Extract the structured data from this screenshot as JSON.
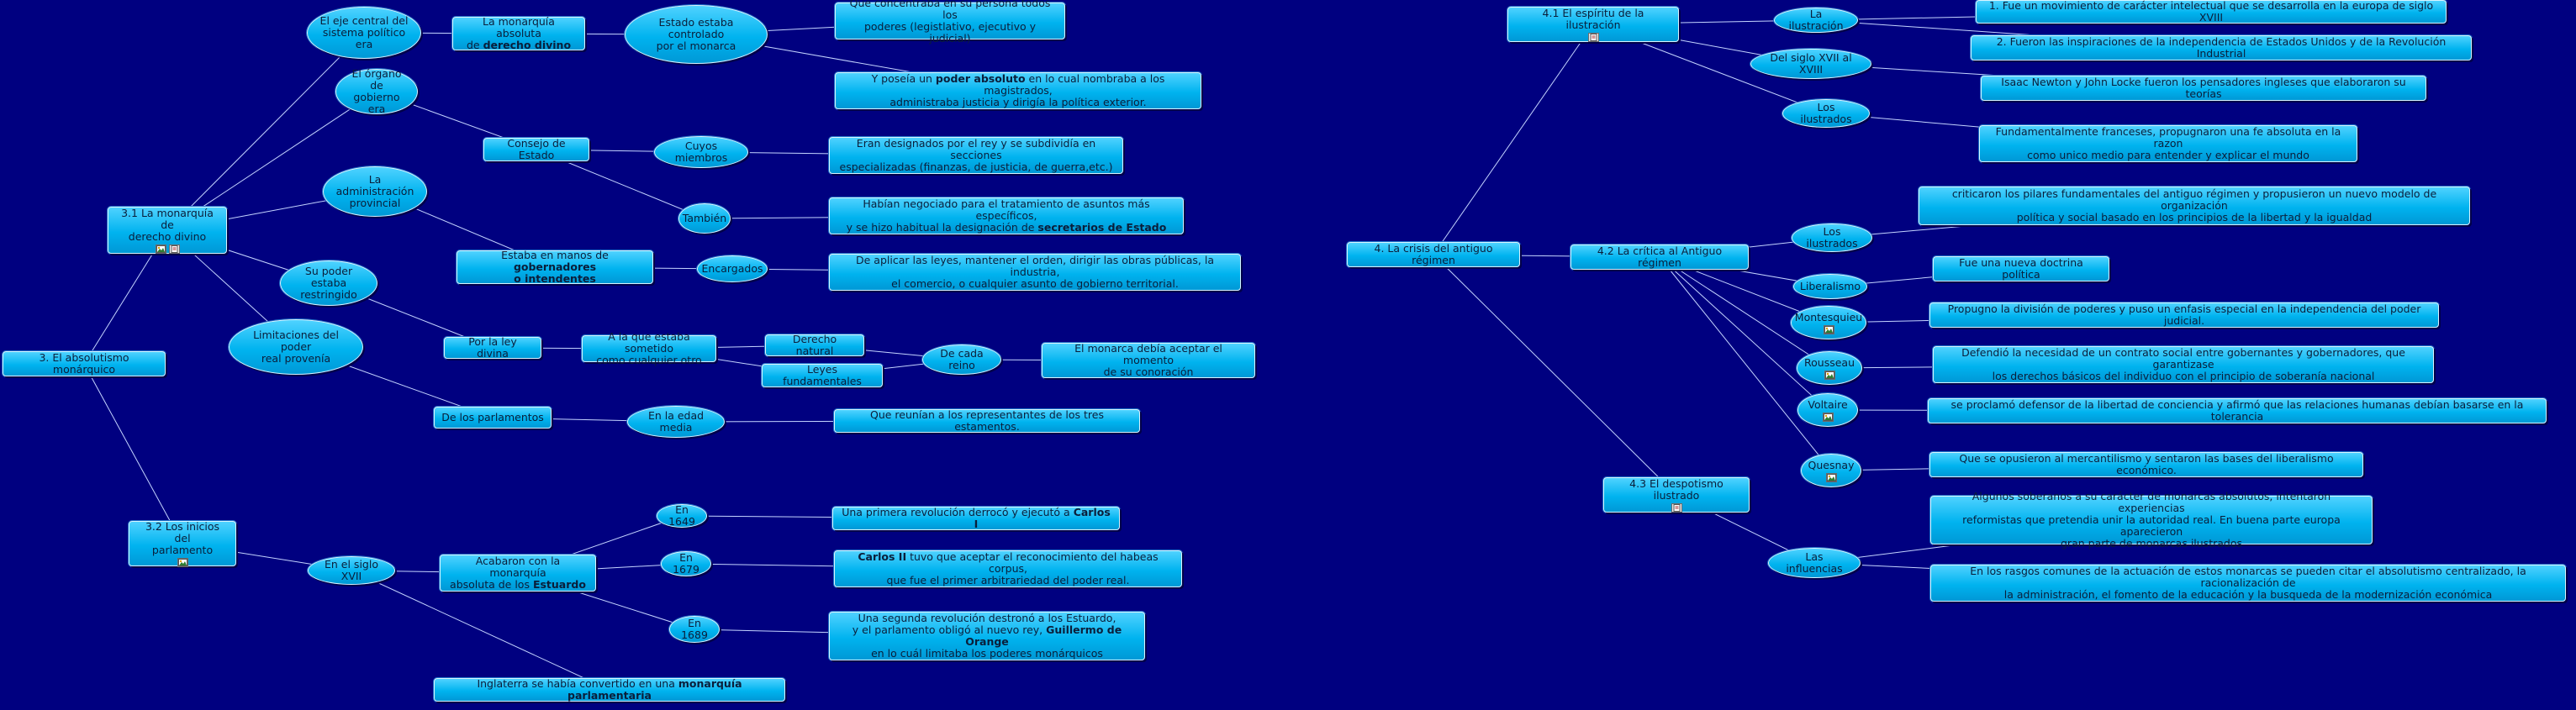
{
  "nodes": [
    {
      "id": "n3",
      "lines": [
        [
          "3. El absolutismo monárquico"
        ]
      ]
    },
    {
      "id": "n31",
      "lines": [
        [
          "3.1 La monarquía de"
        ],
        [
          "derecho divino"
        ]
      ],
      "badges": [
        "image",
        "document"
      ]
    },
    {
      "id": "n32",
      "lines": [
        [
          "3.2 Los inicios del"
        ],
        [
          "parlamento"
        ]
      ],
      "badges": [
        "image"
      ]
    },
    {
      "id": "eje",
      "lines": [
        [
          "El eje central del"
        ],
        [
          "sistema político era"
        ]
      ]
    },
    {
      "id": "organo",
      "lines": [
        [
          "El órgano de"
        ],
        [
          "gobierno era"
        ]
      ]
    },
    {
      "id": "admin",
      "lines": [
        [
          "La administración"
        ],
        [
          "provincial"
        ]
      ]
    },
    {
      "id": "poder",
      "lines": [
        [
          "Su poder estaba"
        ],
        [
          "restringido"
        ]
      ]
    },
    {
      "id": "limit",
      "lines": [
        [
          "Limitaciones del poder"
        ],
        [
          "real provenía"
        ]
      ]
    },
    {
      "id": "monarq",
      "lines": [
        [
          "La monarquía absoluta"
        ],
        [
          "de ",
          {
            "b": "derecho divino"
          }
        ]
      ]
    },
    {
      "id": "estado",
      "lines": [
        [
          "Estado estaba controlado"
        ],
        [
          "por el monarca"
        ]
      ]
    },
    {
      "id": "concentraba",
      "lines": [
        [
          "Que concentraba en su persona todos los"
        ],
        [
          "poderes (legistlativo, ejecutivo y judicial)"
        ]
      ]
    },
    {
      "id": "poseia",
      "lines": [
        [
          "Y poseía un ",
          {
            "b": "poder absoluto"
          },
          " en lo cual nombraba a los magistrados,"
        ],
        [
          "administraba justicia y dirigía la política exterior."
        ]
      ]
    },
    {
      "id": "consejo",
      "lines": [
        [
          "Consejo de Estado"
        ]
      ]
    },
    {
      "id": "cuyos",
      "lines": [
        [
          "Cuyos miembros"
        ]
      ]
    },
    {
      "id": "designados",
      "lines": [
        [
          "Eran designados por el rey y se subdividía en secciones"
        ],
        [
          "especializadas (finanzas, de justicia, de guerra,etc.)"
        ]
      ]
    },
    {
      "id": "tambien",
      "lines": [
        [
          "También"
        ]
      ]
    },
    {
      "id": "negociado",
      "lines": [
        [
          "Habían negociado para el tratamiento de asuntos más específicos,"
        ],
        [
          "y se hizo habitual la designación de ",
          {
            "b": "secretarios de Estado"
          }
        ]
      ]
    },
    {
      "id": "manos",
      "lines": [
        [
          "Estaba en manos de ",
          {
            "b": "gobernadores"
          }
        ],
        [
          {
            "b": "o intendentes"
          }
        ]
      ]
    },
    {
      "id": "encargados",
      "lines": [
        [
          "Encargados"
        ]
      ]
    },
    {
      "id": "aplicar",
      "lines": [
        [
          "De aplicar las leyes, mantener el orden, dirigir las obras públicas, la industria,"
        ],
        [
          "el comercio, o cualquier asunto de gobierno territorial."
        ]
      ]
    },
    {
      "id": "leydivina",
      "lines": [
        [
          "Por la ley divina"
        ]
      ]
    },
    {
      "id": "sometido",
      "lines": [
        [
          "A la que estaba sometido"
        ],
        [
          "como cualquier otro"
        ]
      ]
    },
    {
      "id": "natural",
      "lines": [
        [
          "Derecho natural"
        ]
      ]
    },
    {
      "id": "fundamentales",
      "lines": [
        [
          "Leyes fundamentales"
        ]
      ]
    },
    {
      "id": "cadareino",
      "lines": [
        [
          "De cada reino"
        ]
      ]
    },
    {
      "id": "aceptar",
      "lines": [
        [
          "El monarca debía aceptar el momento"
        ],
        [
          "de su conoración"
        ]
      ]
    },
    {
      "id": "parlamentos",
      "lines": [
        [
          "De los parlamentos"
        ]
      ]
    },
    {
      "id": "edadmedia",
      "lines": [
        [
          "En la edad media"
        ]
      ]
    },
    {
      "id": "reunian",
      "lines": [
        [
          "Que reunían a los representantes de los tres estamentos."
        ]
      ]
    },
    {
      "id": "sigloxvii",
      "lines": [
        [
          "En el siglo XVII"
        ]
      ]
    },
    {
      "id": "acabaron",
      "lines": [
        [
          "Acabaron con la monarquía"
        ],
        [
          "absoluta de los ",
          {
            "b": "Estuardo"
          }
        ]
      ]
    },
    {
      "id": "en1649",
      "lines": [
        [
          "En 1649"
        ]
      ]
    },
    {
      "id": "en1679",
      "lines": [
        [
          "En 1679"
        ]
      ]
    },
    {
      "id": "en1689",
      "lines": [
        [
          "En 1689"
        ]
      ]
    },
    {
      "id": "primera",
      "lines": [
        [
          "Una primera revolución derrocó y ejecutó a ",
          {
            "b": "Carlos I"
          }
        ]
      ]
    },
    {
      "id": "carlos2",
      "lines": [
        [
          {
            "b": "Carlos II"
          },
          " tuvo que aceptar el reconocimiento del habeas corpus,"
        ],
        [
          "que fue el primer arbitrariedad del poder real."
        ]
      ]
    },
    {
      "id": "segunda",
      "lines": [
        [
          "Una segunda revolución destronó a los Estuardo,"
        ],
        [
          "y el parlamento obligó al nuevo rey, ",
          {
            "b": "Guillermo de Orange"
          }
        ],
        [
          "en lo cuál limitaba los poderes monárquicos"
        ]
      ]
    },
    {
      "id": "inglaterra",
      "lines": [
        [
          "Inglaterra se había convertido en una ",
          {
            "b": "monarquía parlamentaria"
          }
        ]
      ]
    },
    {
      "id": "n4",
      "lines": [
        [
          "4. La crisis del antiguo régimen"
        ]
      ]
    },
    {
      "id": "n41",
      "lines": [
        [
          "4.1 El espíritu de la ilustración"
        ]
      ],
      "badges": [
        "document"
      ]
    },
    {
      "id": "n42",
      "lines": [
        [
          "4.2 La crítica al Antiguo régimen"
        ]
      ]
    },
    {
      "id": "n43",
      "lines": [
        [
          "4.3 El despotismo ilustrado"
        ]
      ],
      "badges": [
        "document"
      ]
    },
    {
      "id": "lailust",
      "lines": [
        [
          "La ilustración"
        ]
      ]
    },
    {
      "id": "delsiglo",
      "lines": [
        [
          "Del siglo XVII al XVIII"
        ]
      ]
    },
    {
      "id": "losilust1",
      "lines": [
        [
          "Los ilustrados"
        ]
      ]
    },
    {
      "id": "mov",
      "lines": [
        [
          "1. Fue un movimiento de carácter intelectual que se desarrolla en la europa de siglo XVIII"
        ]
      ]
    },
    {
      "id": "inspir",
      "lines": [
        [
          "2. Fueron las inspiraciones de la independencia de Estados Unidos y de la Revolución Industrial"
        ]
      ]
    },
    {
      "id": "newton",
      "lines": [
        [
          "Isaac Newton y John Locke fueron los pensadores ingleses que elaboraron su teorías"
        ]
      ]
    },
    {
      "id": "franceses",
      "lines": [
        [
          "Fundamentalmente franceses, propugnaron una fe absoluta en la razon"
        ],
        [
          "como unico medio para entender y explicar el mundo"
        ]
      ]
    },
    {
      "id": "losilust2",
      "lines": [
        [
          "Los ilustrados"
        ]
      ]
    },
    {
      "id": "liberal",
      "lines": [
        [
          "Liberalismo"
        ]
      ]
    },
    {
      "id": "montes",
      "lines": [
        [
          "Montesquieu"
        ]
      ],
      "badges": [
        "image"
      ]
    },
    {
      "id": "rousseau",
      "lines": [
        [
          "Rousseau"
        ]
      ],
      "badges": [
        "image"
      ]
    },
    {
      "id": "voltaire",
      "lines": [
        [
          "Voltaire"
        ]
      ],
      "badges": [
        "image"
      ]
    },
    {
      "id": "quesnay",
      "lines": [
        [
          "Quesnay"
        ]
      ],
      "badges": [
        "image"
      ]
    },
    {
      "id": "criticaron",
      "lines": [
        [
          "criticaron los pilares fundamentales del antiguo régimen y propusieron un nuevo modelo de organización"
        ],
        [
          "política y social basado en los principios de la libertad y la igualdad"
        ]
      ]
    },
    {
      "id": "doctrina",
      "lines": [
        [
          "Fue una nueva doctrina política"
        ]
      ]
    },
    {
      "id": "division",
      "lines": [
        [
          "Propugno la división de poderes y puso un enfasis especial en la independencia del poder judicial."
        ]
      ]
    },
    {
      "id": "contrato",
      "lines": [
        [
          "Defendió la necesidad de un contrato social entre gobernantes y gobernadores, que garantizase"
        ],
        [
          "los derechos básicos del individuo con el principio de soberanía nacional"
        ]
      ]
    },
    {
      "id": "defensor",
      "lines": [
        [
          "se proclamó defensor de la libertad de conciencia y afirmó que las relaciones humanas debían basarse en la tolerancia"
        ]
      ]
    },
    {
      "id": "opusieron",
      "lines": [
        [
          "Que se opusieron al mercantilismo y sentaron  las bases del liberalismo económico."
        ]
      ]
    },
    {
      "id": "influencias",
      "lines": [
        [
          "Las influencias"
        ]
      ]
    },
    {
      "id": "soberanos",
      "lines": [
        [
          "Algunos soberanos a su carácter de monarcas absolutos, intentaron experiencias"
        ],
        [
          "reformistas que pretendia unir la autoridad real. En buena parte europa aparecieron"
        ],
        [
          "gran parte de monarcas ilustrados"
        ]
      ]
    },
    {
      "id": "rasgos",
      "lines": [
        [
          "En los rasgos comunes de la actuación de estos monarcas se pueden citar el absolutismo centralizado, la racionalización de"
        ],
        [
          "la administración, el fomento de la educación y la busqueda de la modernización económica"
        ]
      ]
    }
  ]
}
